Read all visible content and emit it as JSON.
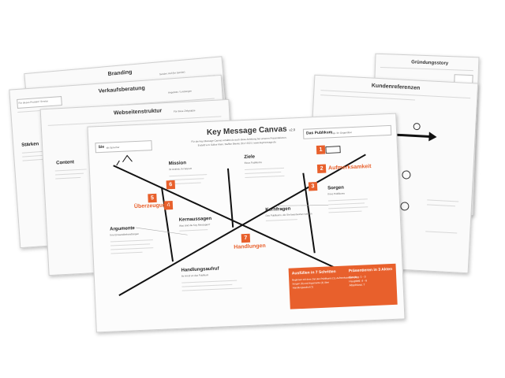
{
  "colors": {
    "accent": "#e8602c",
    "sheet_bg": "#fafafa",
    "line": "#111111"
  },
  "back_left": {
    "branding": {
      "title": "Branding",
      "field": "Sender: Auf (for Sender)"
    },
    "verkaufsberatung": {
      "title": "Verkaufsberatung",
      "field1": "Für dieses Produkt / Service",
      "field2": "Angebote / Leistungen"
    },
    "webseitenstruktur": {
      "title": "Webseitenstruktur",
      "field": "Für diese Zielgruppe"
    },
    "staerken": {
      "label": "Stärken"
    },
    "content": {
      "label": "Content"
    }
  },
  "back_right": {
    "gruendungsstory": {
      "title": "Gründungsstory"
    },
    "kundenreferenzen": {
      "title": "Kundenreferenzen"
    }
  },
  "main": {
    "title": "Key Message Canvas",
    "version": "v2.0",
    "subtitle1": "Für die Key Message Canvas erhältst du auch diese Anleitung bei unseren Präsentationen.",
    "subtitle2": "Erstellt von: Gábor Klein, Steffen Bienko 2017-2021 | www.keymessage.de",
    "sender_label": "Sie",
    "sender_hint": "als Sprecher",
    "audience_label": "Das Publikum",
    "audience_hint": "resp. Ihr Gegenüber",
    "sections": {
      "mission": {
        "label": "Mission",
        "hint": "Ihr Antrieb, Ihr Warum"
      },
      "ziele": {
        "label": "Ziele",
        "hint": "Eines Publikums"
      },
      "aufmerksamkeit": {
        "label": "Aufmerksamkeit"
      },
      "argumente": {
        "label": "Argumente",
        "hint": "Ihre Einwandbehandlungen"
      },
      "kernaussagen": {
        "label": "Kernaussagen",
        "hint": "Was sind die Key Messages?"
      },
      "kernfragen": {
        "label": "Kernfragen",
        "hint": "Des Publikums, die Sie beantworten werden"
      },
      "sorgen": {
        "label": "Sorgen",
        "hint": "Ihres Publikums"
      },
      "handlungen": {
        "label": "Handlungen"
      },
      "ueberzeugung": {
        "label": "Überzeugung"
      },
      "handlungsaufruf": {
        "label": "Handlungsaufruf",
        "hint": "Ihr Anruf an das Publikum"
      }
    },
    "numbers": [
      "1",
      "2",
      "3",
      "4",
      "5",
      "6",
      "7"
    ],
    "footer_box": {
      "left_title": "Ausfüllen in 7 Schritten",
      "left_lines": [
        "Beginnen mit dem Ziel des Publikums (1), Aufmerksamkeit (2),",
        "Sorgen (3) und Argumente (4) über",
        "Handlungsaufruf (7)"
      ],
      "right_title": "Präsentieren in 3 Akten",
      "right_lines": [
        "Einstieg: 1 - 3",
        "Hauptteil: 4 - 6",
        "Abschluss: 7"
      ]
    }
  }
}
